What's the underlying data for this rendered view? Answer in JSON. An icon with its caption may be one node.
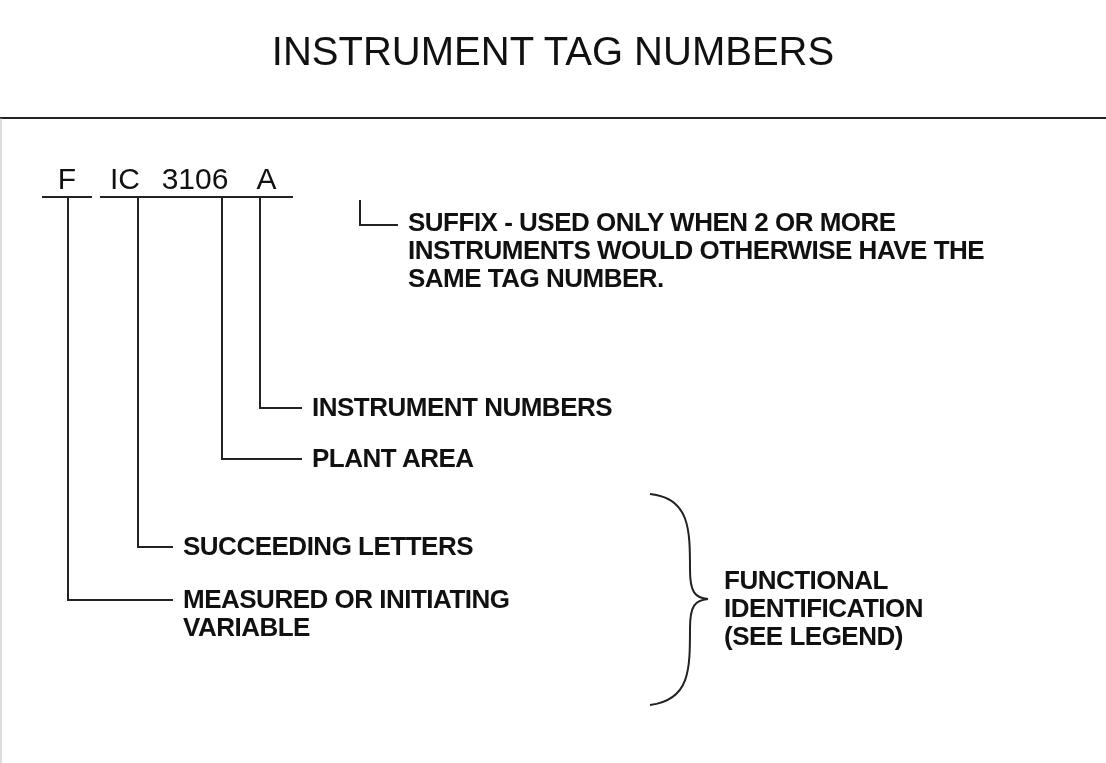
{
  "diagram": {
    "title": "INSTRUMENT TAG NUMBERS",
    "nodes": [
      {
        "text": [
          "F"
        ]
      },
      {
        "text": [
          "IC"
        ]
      },
      {
        "text": [
          "3106"
        ]
      },
      {
        "text": [
          "A"
        ]
      },
      {
        "text": [
          "SUFFIX - USED ONLY WHEN 2 OR MORE INSTRUMENTS WOULD OTHERWISE HAVE THE SAME TAG NUMBER."
        ]
      },
      {
        "text": [
          "INSTRUMENT NUMBERS"
        ]
      },
      {
        "text": [
          "PLANT AREA"
        ]
      },
      {
        "text": [
          "SUCCEEDING LETTERS"
        ]
      },
      {
        "text": [
          "MEASURED OR INITIATING VARIABLE"
        ]
      }
    ],
    "edges": [
      {
        "from": null,
        "to": 4,
        "arrow": "none"
      },
      {
        "from": 3,
        "to": 5,
        "arrow": "none"
      },
      {
        "from": 2,
        "to": 6,
        "arrow": "none"
      },
      {
        "from": 1,
        "to": 7,
        "arrow": "none"
      },
      {
        "from": 0,
        "to": 8,
        "arrow": "none"
      }
    ],
    "labels": [
      "FUNCTIONAL IDENTIFICATION (SEE LEGEND)"
    ]
  }
}
